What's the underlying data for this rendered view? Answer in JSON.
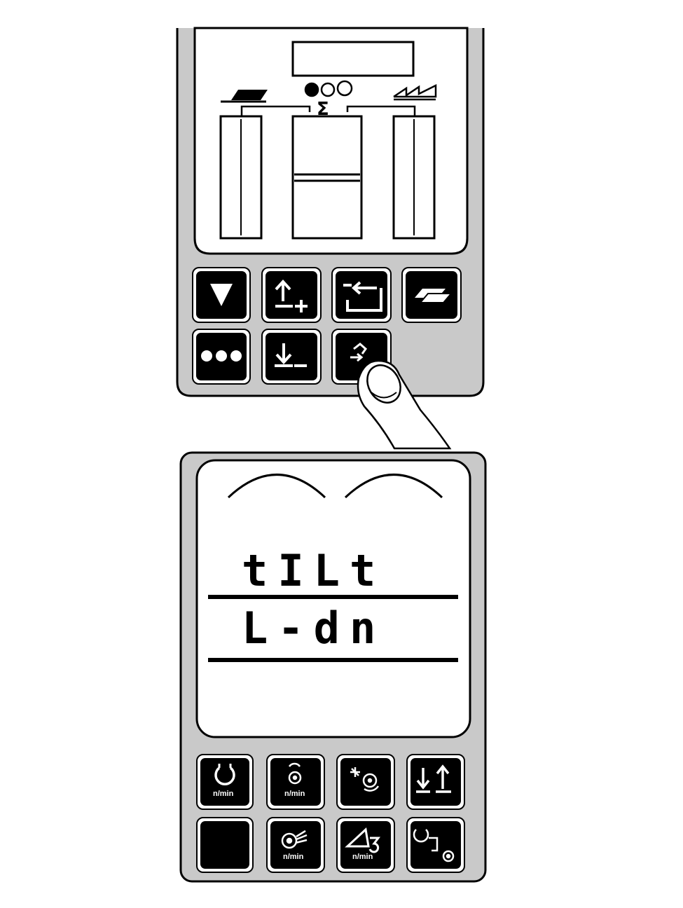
{
  "upper_unit": {
    "sigma_symbol": "Σ",
    "keys": [
      {
        "icon": "triangle-down-icon"
      },
      {
        "icon": "lift-plus-icon"
      },
      {
        "icon": "return-arrow-icon"
      },
      {
        "icon": "bale-icon"
      },
      {
        "icon": "three-dots-icon"
      },
      {
        "icon": "lower-arrow-icon"
      },
      {
        "icon": "tilt-icon",
        "pressed": true
      }
    ]
  },
  "lower_unit": {
    "display": {
      "line1": "tILt",
      "line2": "L-dn"
    },
    "keys": [
      {
        "icon": "engine-speed-icon",
        "unit": "n/min"
      },
      {
        "icon": "rotor-speed-icon",
        "unit": "n/min"
      },
      {
        "icon": "rotor-setting-icon"
      },
      {
        "icon": "lift-lower-icon"
      },
      {
        "icon": "blank-key-icon"
      },
      {
        "icon": "fan-speed-icon",
        "unit": "n/min"
      },
      {
        "icon": "wheel-speed-icon",
        "unit": "n/min"
      },
      {
        "icon": "transmission-icon"
      }
    ]
  },
  "colors": {
    "panel": "#c9c9c9",
    "key": "#000000",
    "outline": "#000000",
    "background": "#ffffff"
  }
}
